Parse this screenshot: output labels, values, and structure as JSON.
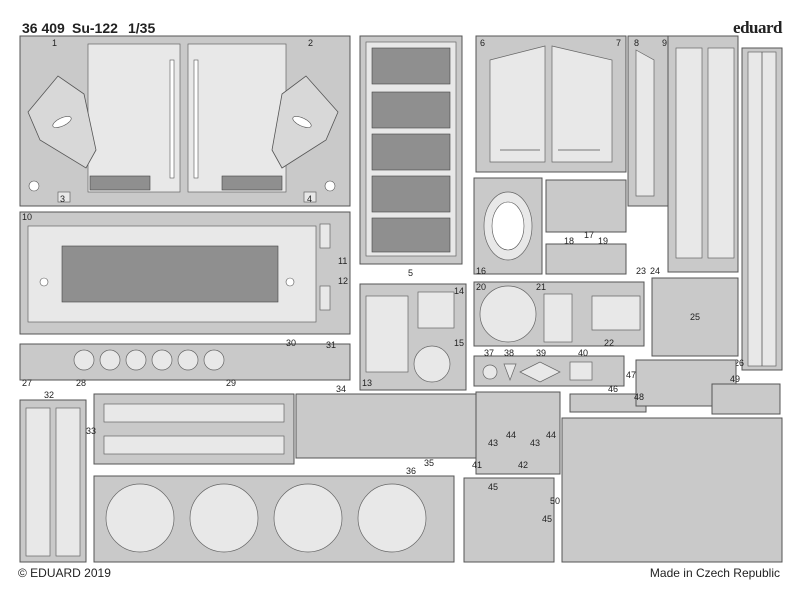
{
  "header": {
    "code": "36 409",
    "model": "Su-122",
    "scale": "1/35",
    "brand": "eduard"
  },
  "footer": {
    "copyright": "© EDUARD 2019",
    "made_in": "Made in Czech Republic"
  },
  "part_numbers": {
    "p1": "1",
    "p2": "2",
    "p3": "3",
    "p4": "4",
    "p5": "5",
    "p6": "6",
    "p7": "7",
    "p8": "8",
    "p9": "9",
    "p10": "10",
    "p11": "11",
    "p12": "12",
    "p13": "13",
    "p14": "14",
    "p15": "15",
    "p16": "16",
    "p17": "17",
    "p18": "18",
    "p19": "19",
    "p20": "20",
    "p21": "21",
    "p22": "22",
    "p23": "23",
    "p24": "24",
    "p25": "25",
    "p26": "26",
    "p27": "27",
    "p28": "28",
    "p29": "29",
    "p30": "30",
    "p31": "31",
    "p32": "32",
    "p33": "33",
    "p34": "34",
    "p35": "35",
    "p36": "36",
    "p37": "37",
    "p38": "38",
    "p39": "39",
    "p40": "40",
    "p41": "41",
    "p42": "42",
    "p43a": "43",
    "p43b": "43",
    "p44a": "44",
    "p44b": "44",
    "p45a": "45",
    "p45b": "45",
    "p46": "46",
    "p47": "47",
    "p48": "48",
    "p49": "49",
    "p50": "50"
  }
}
